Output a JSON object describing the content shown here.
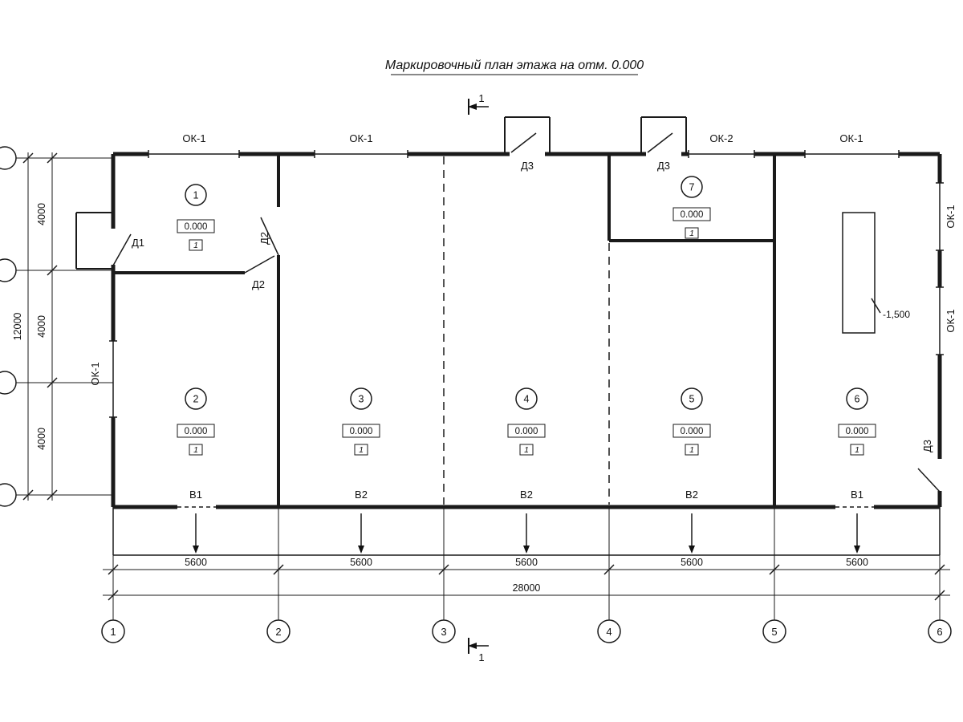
{
  "title": "Маркировочный план этажа на отм. 0.000",
  "section": {
    "label": "1"
  },
  "top_windows": [
    "ОК-1",
    "ОК-1",
    "ОК-2",
    "ОК-1"
  ],
  "top_doors": [
    "Д3",
    "Д3"
  ],
  "side": {
    "left_window": "ОК-1",
    "right_window_upper": "ОК-1",
    "right_window_lower": "ОК-1",
    "right_door": "Д3"
  },
  "doors": {
    "d1": "Д1",
    "d2_wall": "Д2",
    "d2_partition": "Д2"
  },
  "rooms": [
    {
      "number": "1",
      "elevation": "0.000",
      "finish": "1"
    },
    {
      "number": "2",
      "elevation": "0.000",
      "finish": "1"
    },
    {
      "number": "3",
      "elevation": "0.000",
      "finish": "1"
    },
    {
      "number": "4",
      "elevation": "0.000",
      "finish": "1"
    },
    {
      "number": "5",
      "elevation": "0.000",
      "finish": "1"
    },
    {
      "number": "6",
      "elevation": "0.000",
      "finish": "1"
    },
    {
      "number": "7",
      "elevation": "0.000",
      "finish": "1"
    }
  ],
  "bottom_marks": [
    "В1",
    "В2",
    "В2",
    "В2",
    "В1"
  ],
  "pit": {
    "elevation": "-1,500"
  },
  "dims": {
    "bays": [
      "5600",
      "5600",
      "5600",
      "5600",
      "5600"
    ],
    "total": "28000",
    "rows": [
      "4000",
      "4000",
      "4000"
    ],
    "height_total": "12000"
  },
  "grid": [
    "1",
    "2",
    "3",
    "4",
    "5",
    "6"
  ]
}
